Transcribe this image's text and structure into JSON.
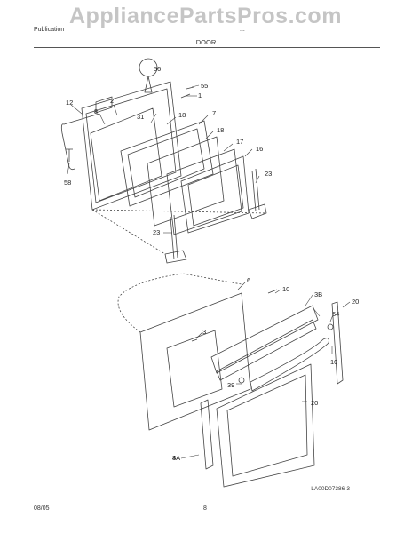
{
  "header": {
    "publication_prefix": "Publication",
    "model_fragment": "...",
    "watermark": "AppliancePartsPros.com"
  },
  "section_title": "DOOR",
  "callouts": [
    "56",
    "55",
    "1",
    "12",
    "2",
    "8",
    "31",
    "18",
    "7",
    "18",
    "17",
    "16",
    "58",
    "23",
    "23",
    "6",
    "10",
    "3B",
    "64",
    "20",
    "3",
    "10",
    "39",
    "20",
    "4",
    "3A"
  ],
  "drawing_code": "LA00D07386-3",
  "footer": {
    "date": "08/05",
    "page_number": "8"
  },
  "colors": {
    "line": "#444444",
    "watermark": "#969696",
    "background": "#ffffff"
  }
}
